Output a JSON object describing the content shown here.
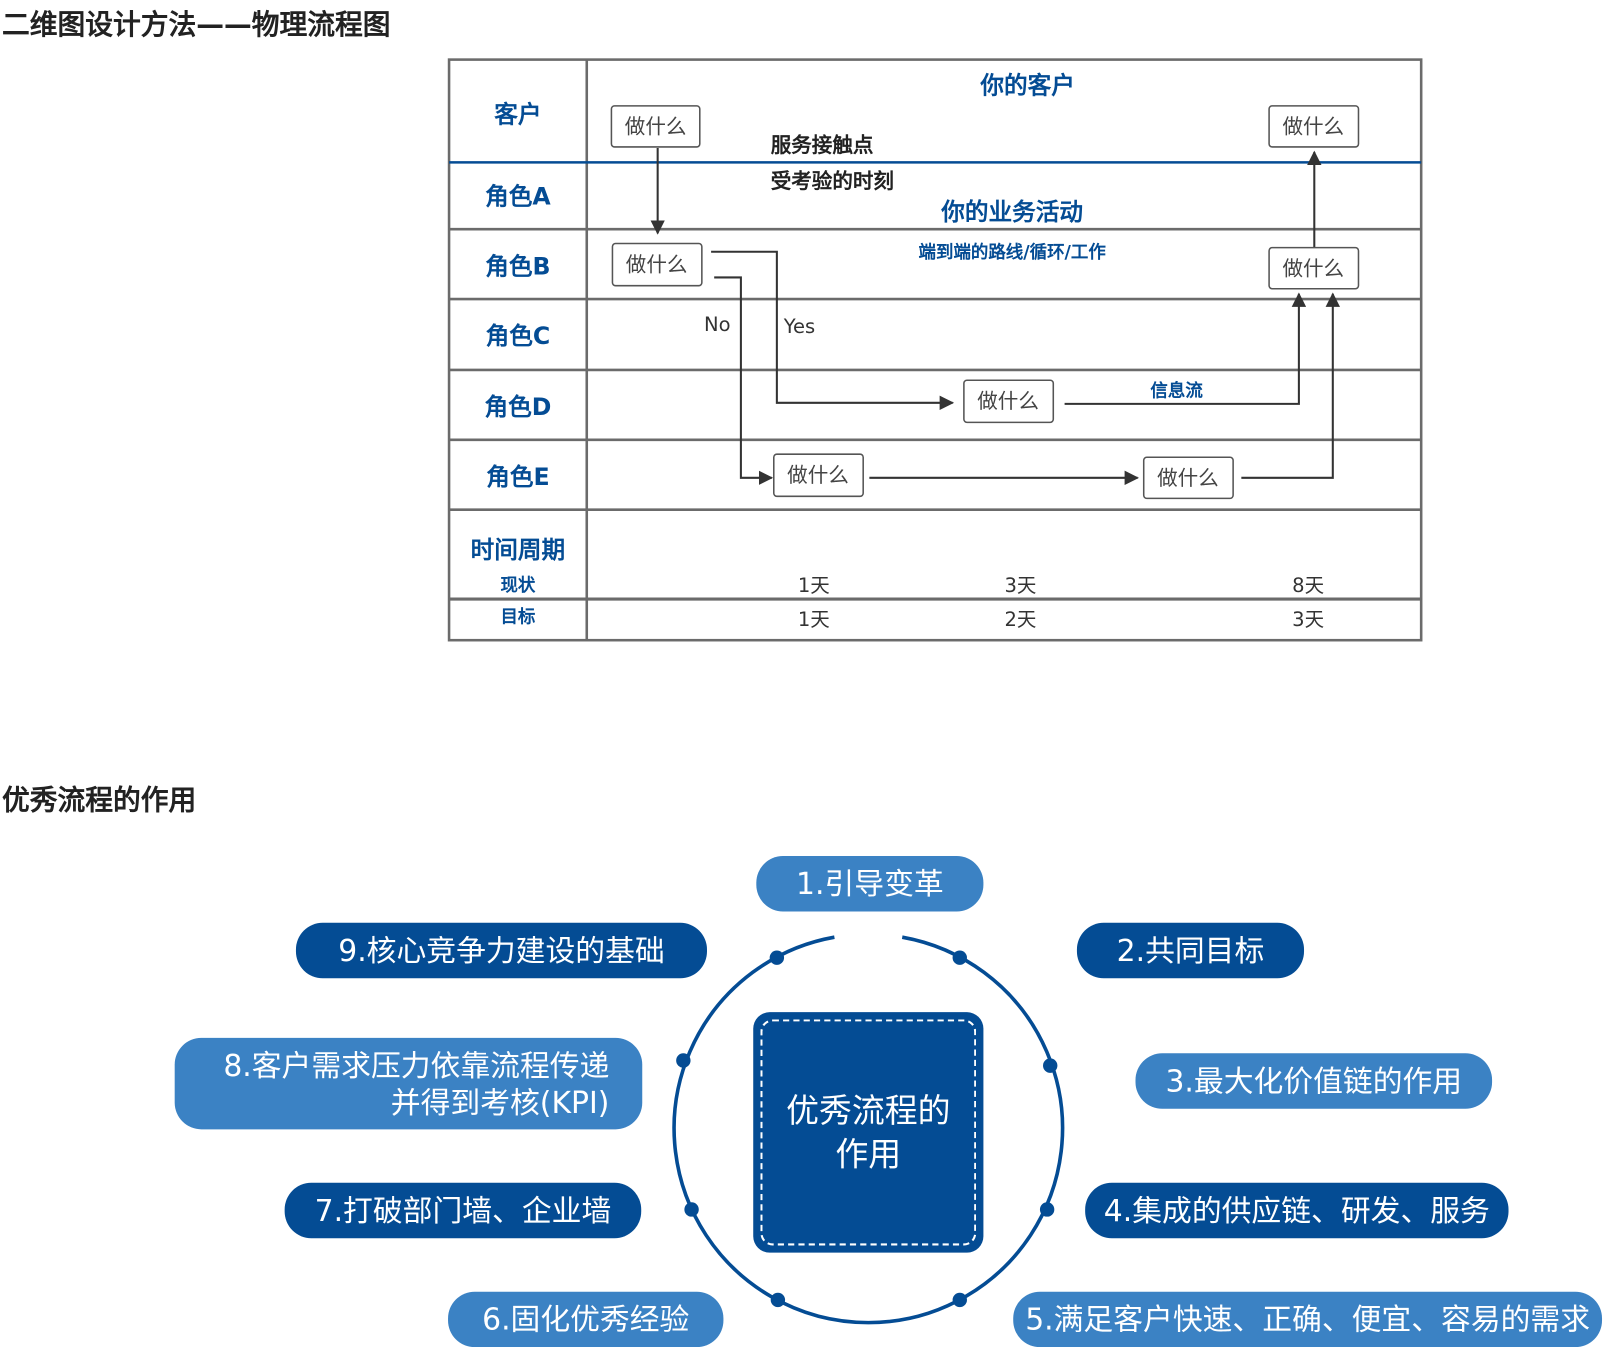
{
  "section1": {
    "title": "二维图设计方法——物理流程图",
    "rows": [
      "客户",
      "角色A",
      "角色B",
      "角色C",
      "角色D",
      "角色E"
    ],
    "time_label": "时间周期",
    "current_label": "现状",
    "target_label": "目标",
    "current_days": [
      "1天",
      "3天",
      "8天"
    ],
    "target_days": [
      "1天",
      "2天",
      "3天"
    ],
    "your_customer": "你的客户",
    "touchpoint": "服务接触点",
    "moment": "受考验的时刻",
    "your_activity": "你的业务活动",
    "end_to_end": "端到端的路线/循环/工作",
    "no": "No",
    "yes": "Yes",
    "info_flow": "信息流",
    "box": "做什么"
  },
  "section2": {
    "title": "优秀流程的作用",
    "center": "优秀流程的作用",
    "items": [
      "1.引导变革",
      "2.共同目标",
      "3.最大化价值链的作用",
      "4.集成的供应链、研发、服务",
      "5.满足客户快速、正确、便宜、容易的需求",
      "6.固化优秀经验",
      "7.打破部门墙、企业墙",
      "8.客户需求压力依靠流程传递并得到考核(KPI)",
      "9.核心竞争力建设的基础"
    ],
    "item8_line1": "8.客户需求压力依靠流程传递",
    "item8_line2": "并得到考核(KPI)"
  },
  "colors": {
    "dark_blue": "#044c94",
    "light_blue": "#3b82c4",
    "grid": "#6b6b6b"
  }
}
